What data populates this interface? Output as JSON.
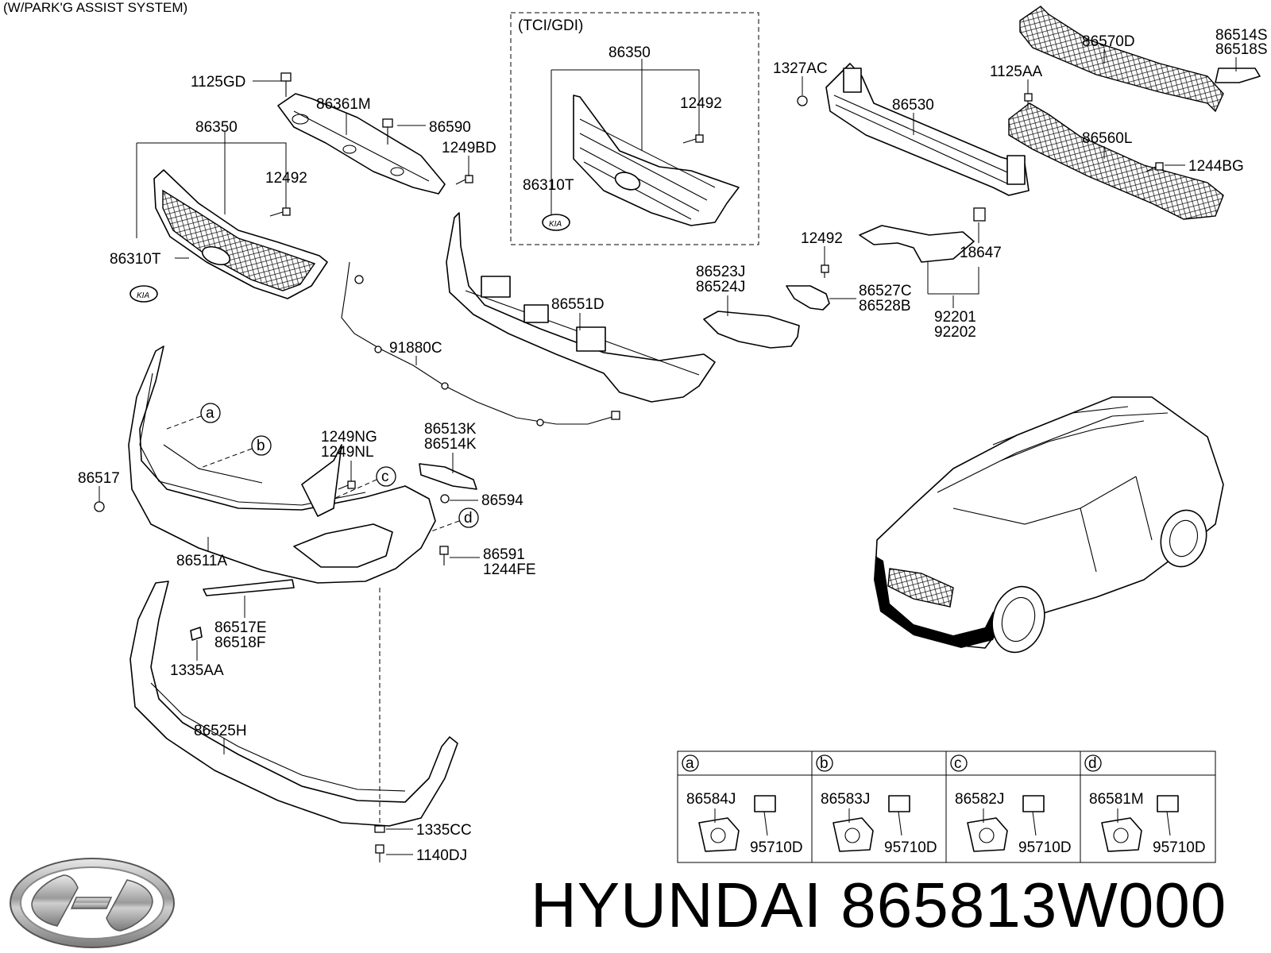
{
  "header_note": "(W/PARK'G ASSIST SYSTEM)",
  "inset_note": "(TCI/GDI)",
  "brand": "HYUNDAI",
  "part_number": "865813W000",
  "callouts": [
    {
      "id": "c1125GD",
      "text": "1125GD"
    },
    {
      "id": "c86361M",
      "text": "86361M"
    },
    {
      "id": "c86590",
      "text": "86590"
    },
    {
      "id": "c1249BD",
      "text": "1249BD"
    },
    {
      "id": "c86350a",
      "text": "86350"
    },
    {
      "id": "c12492a",
      "text": "12492"
    },
    {
      "id": "c86310Ta",
      "text": "86310T"
    },
    {
      "id": "c86350b",
      "text": "86350"
    },
    {
      "id": "c12492b",
      "text": "12492"
    },
    {
      "id": "c86310Tb",
      "text": "86310T"
    },
    {
      "id": "c1327AC",
      "text": "1327AC"
    },
    {
      "id": "c86530",
      "text": "86530"
    },
    {
      "id": "c86570D",
      "text": "86570D"
    },
    {
      "id": "c86514S",
      "text": "86514S"
    },
    {
      "id": "c86518S",
      "text": "86518S"
    },
    {
      "id": "c1125AA",
      "text": "1125AA"
    },
    {
      "id": "c86560L",
      "text": "86560L"
    },
    {
      "id": "c1244BG",
      "text": "1244BG"
    },
    {
      "id": "c12492c",
      "text": "12492"
    },
    {
      "id": "c18647",
      "text": "18647"
    },
    {
      "id": "c86523J",
      "text": "86523J"
    },
    {
      "id": "c86524J",
      "text": "86524J"
    },
    {
      "id": "c86527C",
      "text": "86527C"
    },
    {
      "id": "c86528B",
      "text": "86528B"
    },
    {
      "id": "c92201",
      "text": "92201"
    },
    {
      "id": "c92202",
      "text": "92202"
    },
    {
      "id": "c86551D",
      "text": "86551D"
    },
    {
      "id": "c91880C",
      "text": "91880C"
    },
    {
      "id": "c1249NG",
      "text": "1249NG"
    },
    {
      "id": "c1249NL",
      "text": "1249NL"
    },
    {
      "id": "c86513K",
      "text": "86513K"
    },
    {
      "id": "c86514K",
      "text": "86514K"
    },
    {
      "id": "c86517",
      "text": "86517"
    },
    {
      "id": "c86594",
      "text": "86594"
    },
    {
      "id": "c86591",
      "text": "86591"
    },
    {
      "id": "c1244FE",
      "text": "1244FE"
    },
    {
      "id": "c86511A",
      "text": "86511A"
    },
    {
      "id": "c86517E",
      "text": "86517E"
    },
    {
      "id": "c86518F",
      "text": "86518F"
    },
    {
      "id": "c1335AA",
      "text": "1335AA"
    },
    {
      "id": "c86525H",
      "text": "86525H"
    },
    {
      "id": "c1335CC",
      "text": "1335CC"
    },
    {
      "id": "c1140DJ",
      "text": "1140DJ"
    }
  ],
  "markers": [
    {
      "id": "ma",
      "text": "a"
    },
    {
      "id": "mb",
      "text": "b"
    },
    {
      "id": "mc",
      "text": "c"
    },
    {
      "id": "md",
      "text": "d"
    }
  ],
  "sensor_table": {
    "columns": [
      {
        "key": "a",
        "bracket": "86584J",
        "sensor": "95710D"
      },
      {
        "key": "b",
        "bracket": "86583J",
        "sensor": "95710D"
      },
      {
        "key": "c",
        "bracket": "86582J",
        "sensor": "95710D"
      },
      {
        "key": "d",
        "bracket": "86581M",
        "sensor": "95710D"
      }
    ]
  }
}
